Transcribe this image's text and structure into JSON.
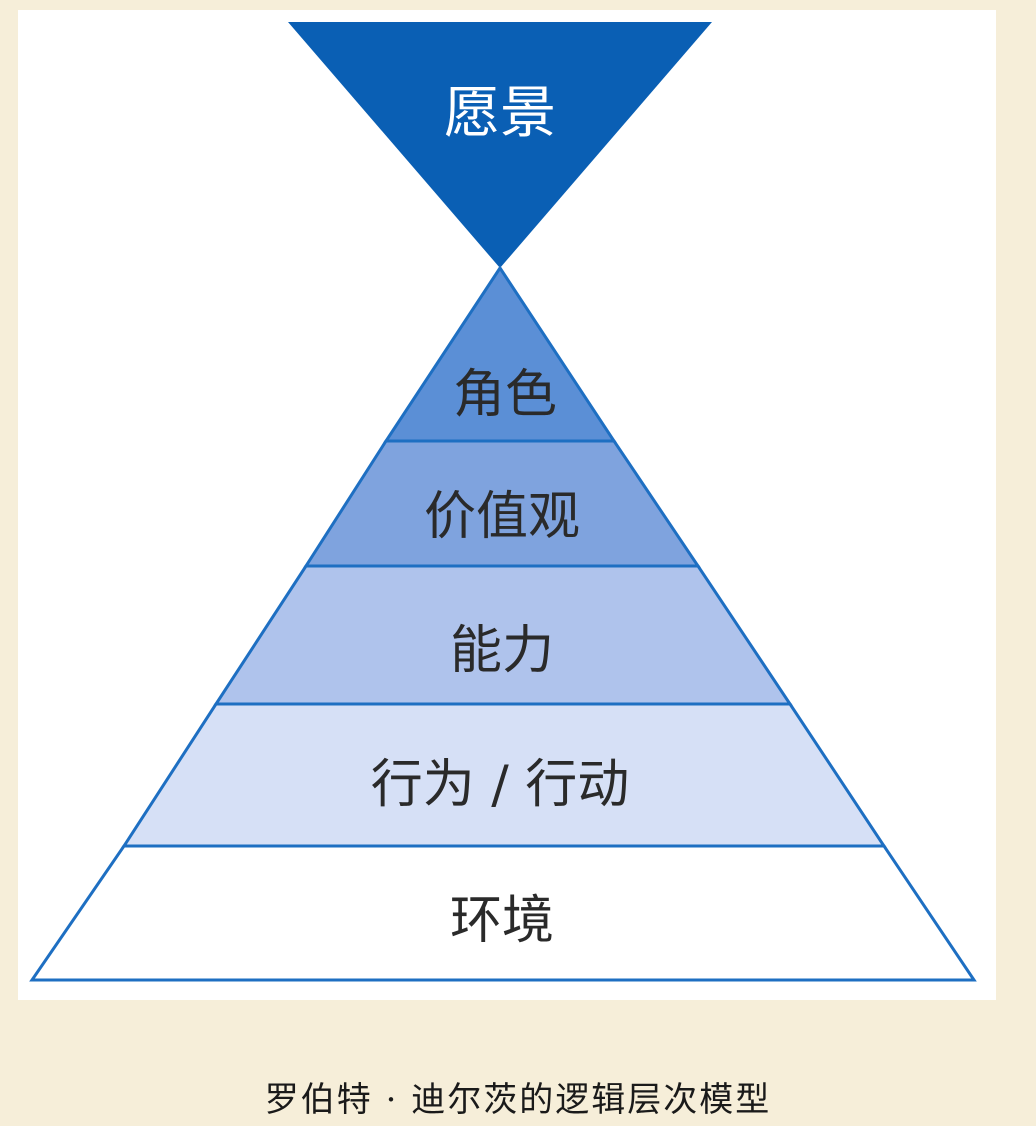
{
  "diagram": {
    "vision": {
      "label": "愿景",
      "color": "#0a5fb4"
    },
    "layers": [
      {
        "label": "角色",
        "color": "#5b8fd6"
      },
      {
        "label": "价值观",
        "color": "#7fa3de"
      },
      {
        "label": "能力",
        "color": "#afc3ec"
      },
      {
        "label": "行为 / 行动",
        "color": "#d6e0f6"
      },
      {
        "label": "环境",
        "color": "#ffffff"
      }
    ],
    "outline_color": "#1e6fc2"
  },
  "caption": "罗伯特 · 迪尔茨的逻辑层次模型"
}
